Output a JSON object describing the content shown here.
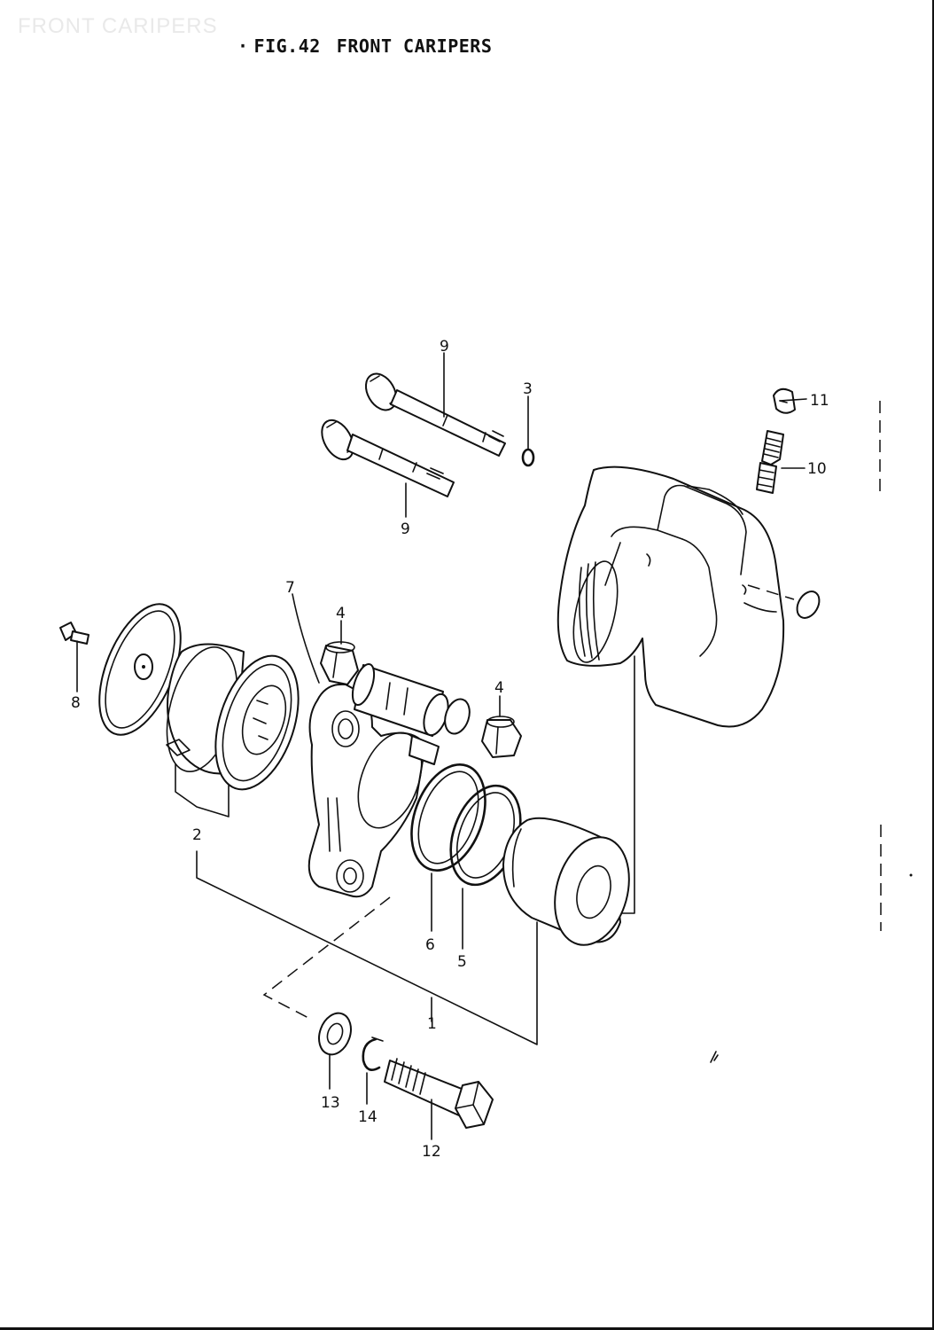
{
  "watermark": "FRONT CARIPERS",
  "header": {
    "tick": "·",
    "fig_number": "FIG.42",
    "title": "FRONT CARIPERS"
  },
  "callouts": {
    "c1": "1",
    "c2": "2",
    "c3": "3",
    "c4a": "4",
    "c4b": "4",
    "c5": "5",
    "c6": "6",
    "c7": "7",
    "c8": "8",
    "c9a": "9",
    "c9b": "9",
    "c10": "10",
    "c11": "11",
    "c12": "12",
    "c13": "13",
    "c14": "14"
  }
}
